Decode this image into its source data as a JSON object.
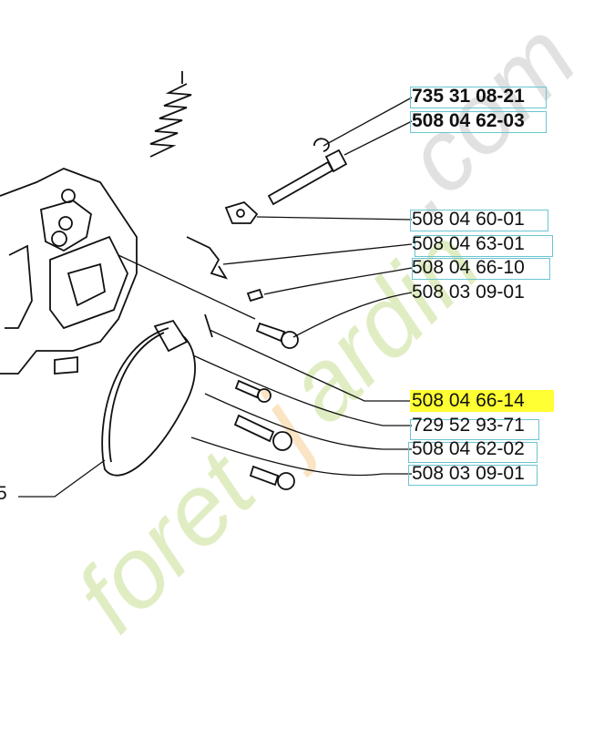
{
  "diagram": {
    "watermark": "foretjardin.com",
    "highlight_color": "#ffff33",
    "box_color": "#6cc5d0",
    "side_label": "5",
    "parts": [
      {
        "number": "735 31 08-21",
        "bold": true,
        "boxed": true
      },
      {
        "number": "508 04 62-03",
        "bold": true,
        "boxed": true
      },
      {
        "number": "508 04 60-01",
        "bold": false,
        "boxed": true
      },
      {
        "number": "508 04 63-01",
        "bold": false,
        "boxed": true
      },
      {
        "number": "508 04 66-10",
        "bold": false,
        "boxed": true
      },
      {
        "number": "508 03 09-01",
        "bold": false,
        "boxed": false
      },
      {
        "number": "508 04 66-14",
        "bold": false,
        "highlighted": true
      },
      {
        "number": "729 52 93-71",
        "bold": false,
        "boxed": true
      },
      {
        "number": "508 04 62-02",
        "bold": false,
        "boxed": true
      },
      {
        "number": "508 03 09-01",
        "bold": false,
        "boxed": true
      }
    ]
  }
}
